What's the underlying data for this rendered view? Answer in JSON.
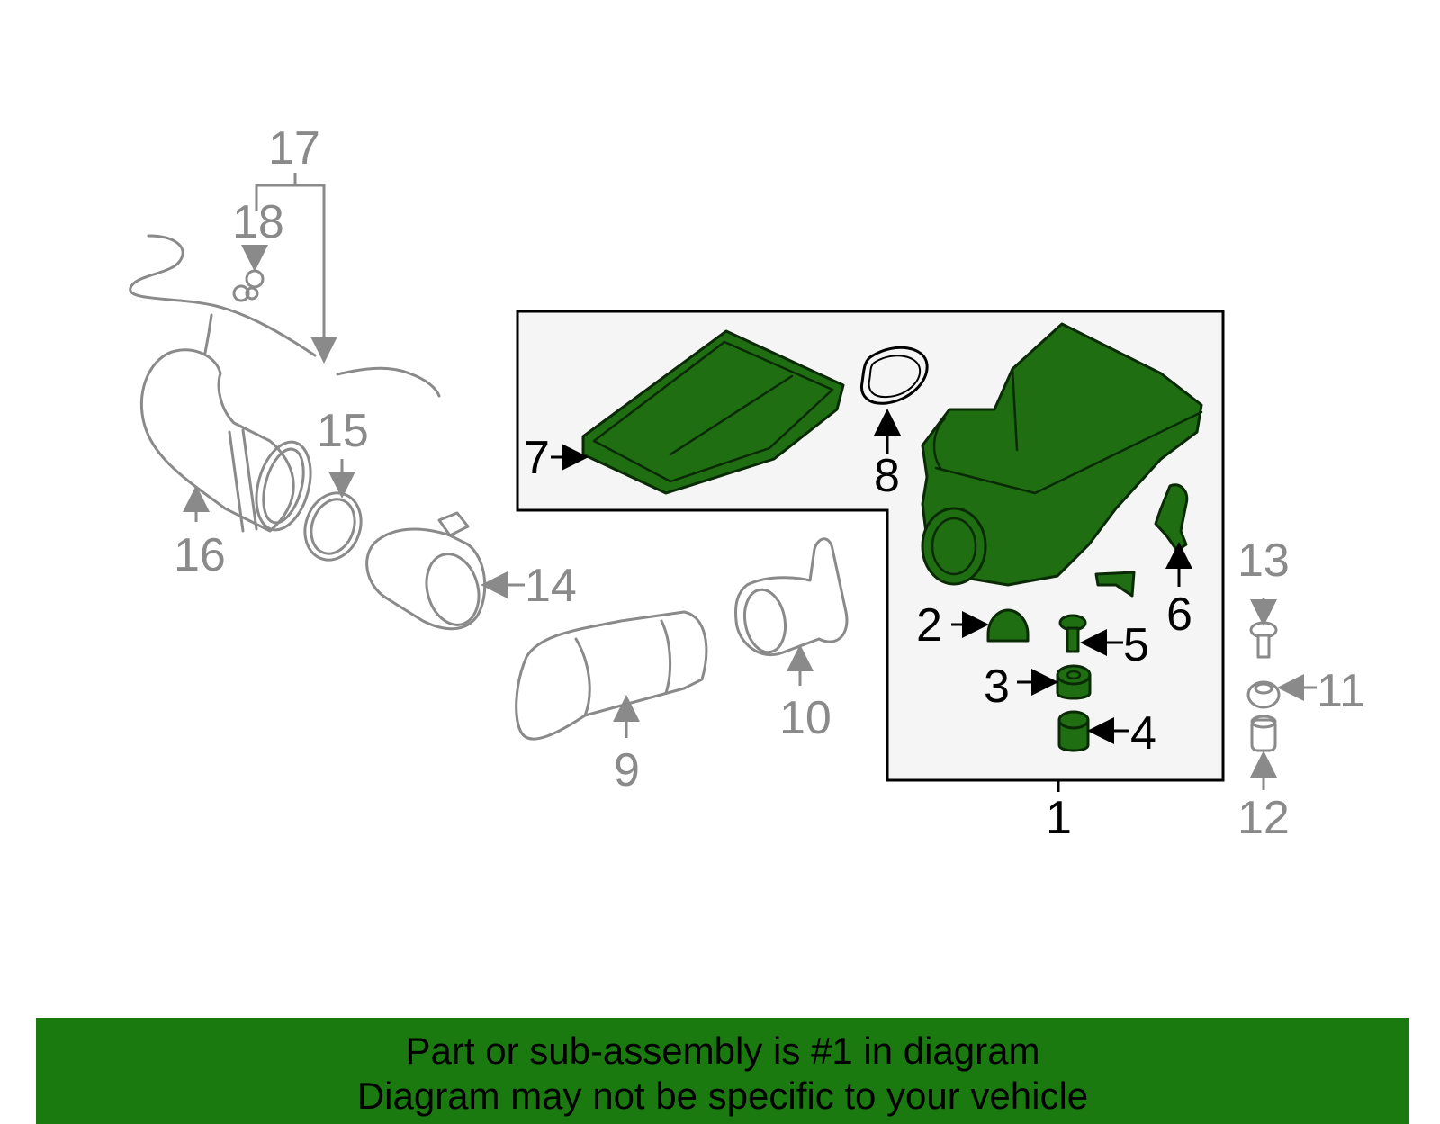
{
  "colors": {
    "accent": "#1a7a10",
    "part_fill": "#1f6e12",
    "inactive": "#8a8a8a"
  },
  "callouts": {
    "c1": "1",
    "c2": "2",
    "c3": "3",
    "c4": "4",
    "c5": "5",
    "c6": "6",
    "c7": "7",
    "c8": "8",
    "c9": "9",
    "c10": "10",
    "c11": "11",
    "c12": "12",
    "c13": "13",
    "c14": "14",
    "c15": "15",
    "c16": "16",
    "c17": "17",
    "c18": "18"
  },
  "banner": {
    "line1": "Part or sub-assembly is #1 in diagram",
    "line2": "Diagram may not be specific to your vehicle"
  }
}
